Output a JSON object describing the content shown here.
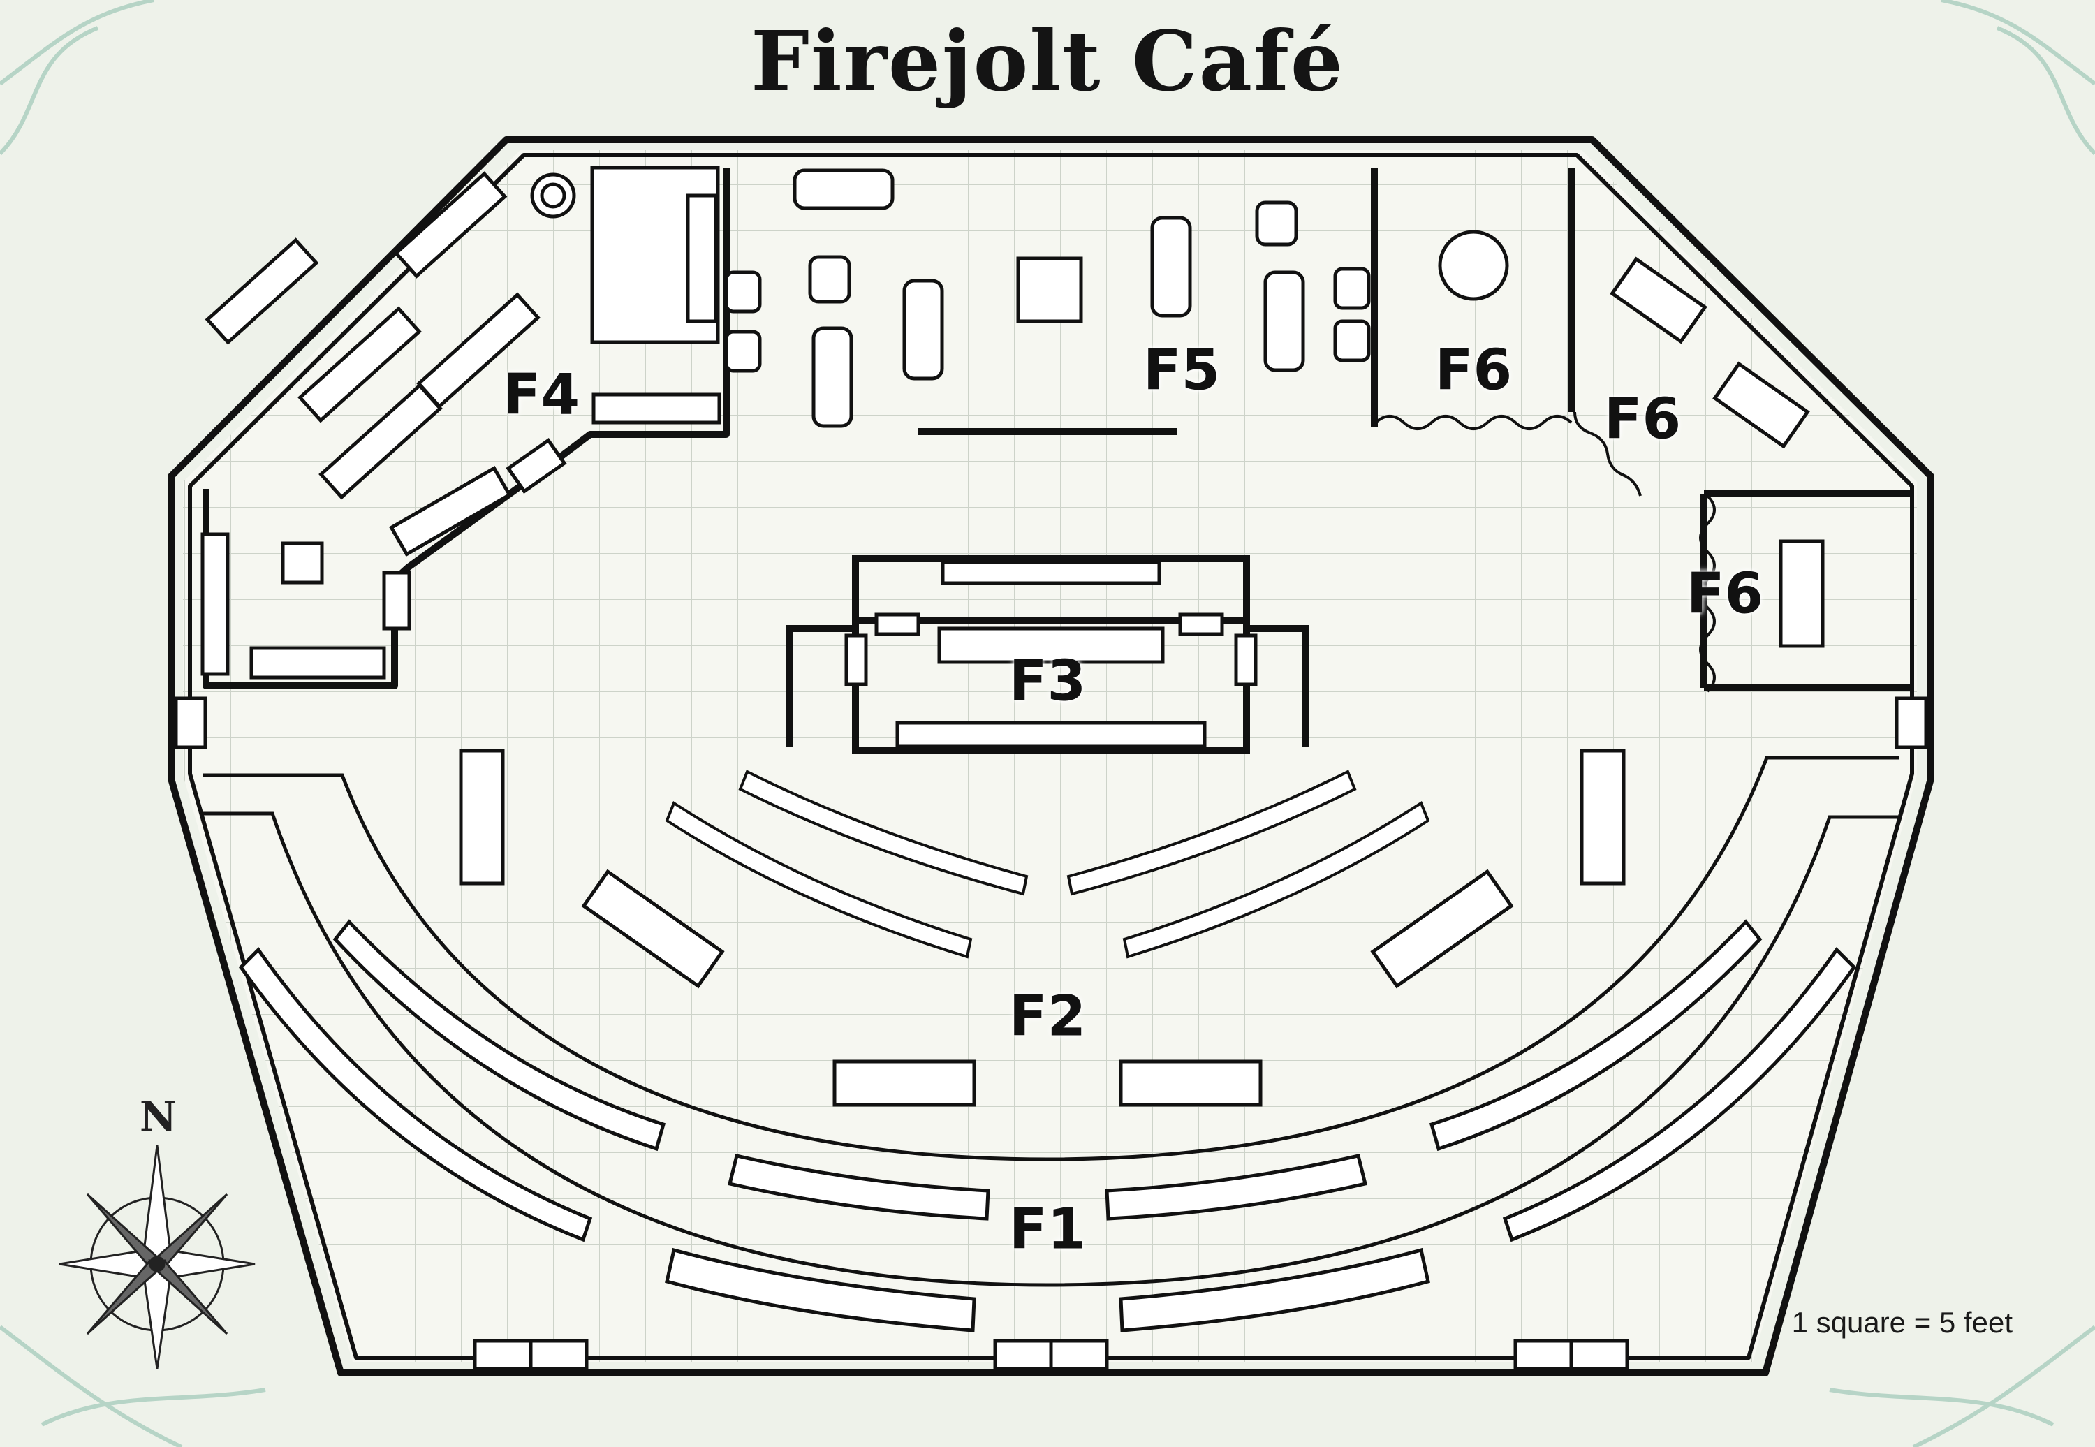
{
  "title": "Firejolt Café",
  "scale_text": "1 square = 5 feet",
  "compass_label": "N",
  "areas": [
    {
      "id": "F1",
      "label": "F1"
    },
    {
      "id": "F2",
      "label": "F2"
    },
    {
      "id": "F3",
      "label": "F3"
    },
    {
      "id": "F4",
      "label": "F4"
    },
    {
      "id": "F5",
      "label": "F5"
    },
    {
      "id": "F6a",
      "label": "F6"
    },
    {
      "id": "F6b",
      "label": "F6"
    },
    {
      "id": "F6c",
      "label": "F6"
    }
  ],
  "colors": {
    "background": "#eef2ea",
    "floor": "#f6f7f1",
    "grid": "#cdd3c9",
    "ink": "#111111",
    "accent_ornament": "#9fc8b8"
  }
}
